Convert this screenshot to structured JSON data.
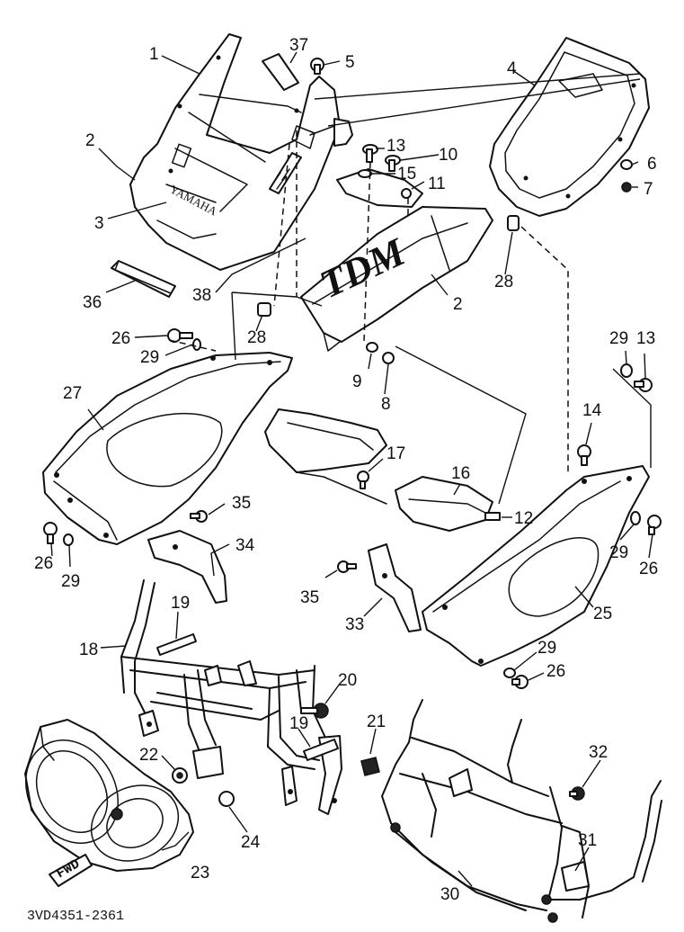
{
  "diagram": {
    "drawing_code": "3VD4351-2361",
    "fwd_marker": "FWD",
    "part_labels": [
      "1",
      "2",
      "2",
      "3",
      "4",
      "5",
      "6",
      "7",
      "8",
      "9",
      "10",
      "11",
      "12",
      "13",
      "13",
      "14",
      "15",
      "16",
      "17",
      "18",
      "19",
      "19",
      "20",
      "21",
      "22",
      "23",
      "24",
      "25",
      "26",
      "26",
      "26",
      "26",
      "27",
      "28",
      "28",
      "29",
      "29",
      "29",
      "29",
      "29",
      "30",
      "31",
      "32",
      "33",
      "34",
      "35",
      "35",
      "36",
      "37",
      "38"
    ],
    "brand_marks": {
      "windshield_decal": "YAMAHA",
      "side_panel_logo": "TDM"
    }
  }
}
